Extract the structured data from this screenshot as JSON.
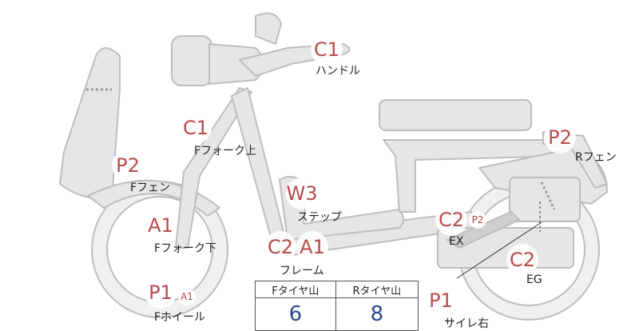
{
  "labels": {
    "handle": "ハンドル",
    "fork_upper": "Fフォーク上",
    "fender_front": "Fフェン",
    "fork_lower": "Fフォーク下",
    "wheel_front": "Fホイール",
    "step": "ステップ",
    "frame": "フレーム",
    "fender_rear": "Rフェン",
    "exhaust": "EX",
    "engine": "EG",
    "side_cover_right": "サイレ右"
  },
  "badges": {
    "handle": "C1",
    "fork_upper": "C1",
    "fender_front": "P2",
    "fork_lower": "A1",
    "wheel_front_main": "P1",
    "wheel_front_sub": "A1",
    "step": "W3",
    "frame_c2": "C2",
    "frame_a1": "A1",
    "fender_rear": "P2",
    "exhaust_main": "C2",
    "exhaust_sub": "P2",
    "engine": "C2",
    "side_cover_right": "P1"
  },
  "tire_table": {
    "headers": [
      "Fタイヤ山",
      "Rタイヤ山"
    ],
    "values": [
      "6",
      "8"
    ]
  },
  "colors": {
    "badge_text": "#b84a4a",
    "bike_fill": "#e6e6e6",
    "bike_stroke": "#bdbdbd",
    "value_text": "#2a4a8a"
  }
}
